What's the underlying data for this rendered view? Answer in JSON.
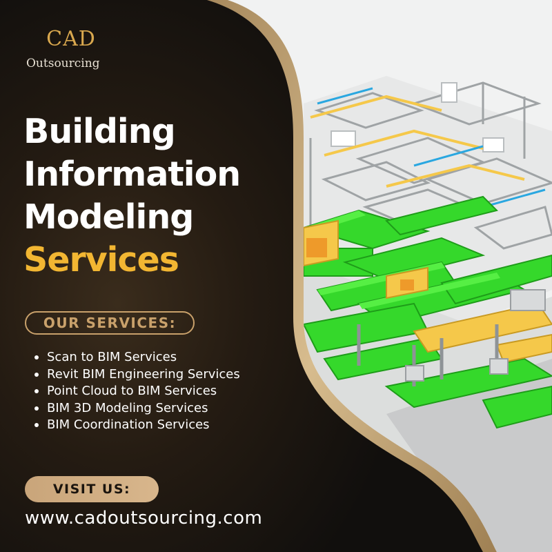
{
  "brand": {
    "name": "CAD",
    "tagline": "Outsourcing"
  },
  "headline": {
    "line1": "Building",
    "line2": "Information",
    "line3": "Modeling",
    "line4": "Services"
  },
  "services": {
    "heading": "OUR SERVICES:",
    "items": [
      "Scan to BIM Services",
      "Revit BIM Engineering Services",
      "Point Cloud to BIM Services",
      "BIM 3D Modeling Services",
      "BIM Coordination Services"
    ]
  },
  "visit": {
    "label": "VISIT US:",
    "url": "www.cadoutsourcing.com"
  },
  "colors": {
    "background": "#141210",
    "accent": "#f2b632",
    "gold": "#c9a16b",
    "duct_green": "#35d82b",
    "duct_yellow": "#f5c84a"
  },
  "icons": {
    "hero": "bim-3d-model-illustration"
  }
}
